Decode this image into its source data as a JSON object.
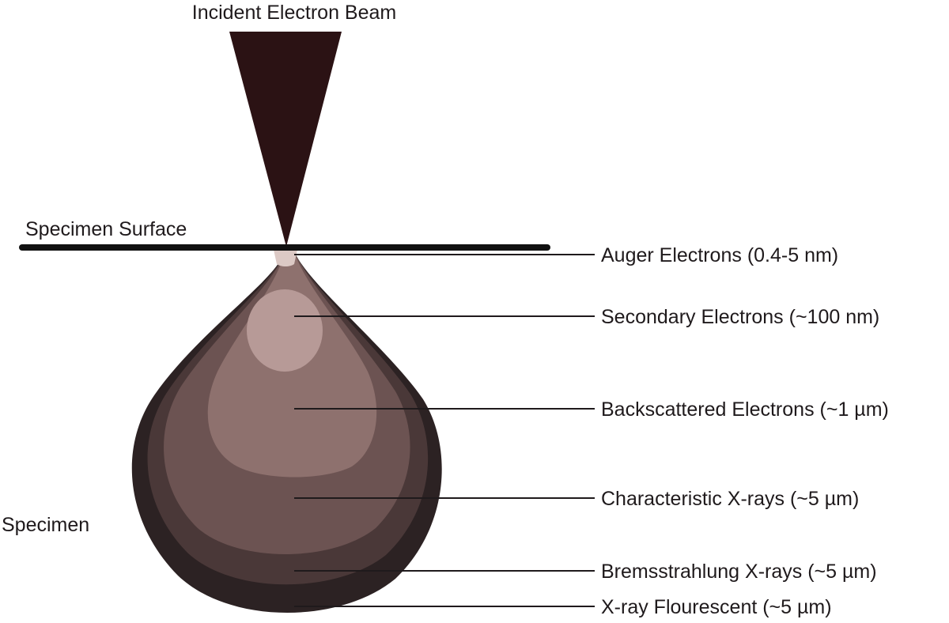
{
  "beam_label": "Incident Electron Beam",
  "surface_label": "Specimen Surface",
  "specimen_label": "Specimen",
  "regions": [
    {
      "label": "Auger Electrons (0.4-5 nm)",
      "color": "#dcc9c5"
    },
    {
      "label": "Secondary Electrons (~100 nm)",
      "color": "#b79a97"
    },
    {
      "label": "Backscattered Electrons (~1 µm)",
      "color": "#8e716e"
    },
    {
      "label": "Characteristic X-rays (~5 µm)",
      "color": "#6c5352"
    },
    {
      "label": "Bremsstrahlung X-rays (~5 µm)",
      "color": "#4a3838"
    },
    {
      "label": "X-ray Flourescent (~5 µm)",
      "color": "#2c2223"
    }
  ],
  "colors": {
    "beam": "#2b1214",
    "surface_line": "#111111",
    "text": "#1f1a1c"
  }
}
